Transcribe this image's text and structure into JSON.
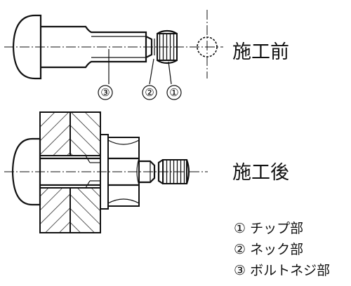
{
  "labels": {
    "before": "施工前",
    "after": "施工後"
  },
  "callouts": [
    "③",
    "②",
    "①"
  ],
  "legend": [
    {
      "num": "①",
      "text": "チップ部"
    },
    {
      "num": "②",
      "text": "ネック部"
    },
    {
      "num": "③",
      "text": "ボルトネジ部"
    }
  ]
}
